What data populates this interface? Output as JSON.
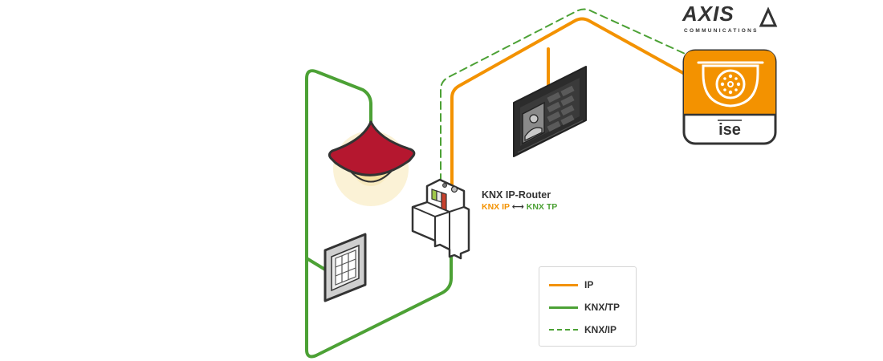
{
  "brand": {
    "logo_text": "AXIS",
    "logo_subtext": "COMMUNICATIONS"
  },
  "router": {
    "title": "KNX IP-Router",
    "protocol_ip": "KNX IP",
    "arrow": "⟷",
    "protocol_tp": "KNX TP"
  },
  "camera_device": {
    "label": "ise"
  },
  "legend": {
    "items": [
      {
        "label": "IP",
        "color": "#f39200",
        "style": "solid"
      },
      {
        "label": "KNX/TP",
        "color": "#4ca135",
        "style": "solid"
      },
      {
        "label": "KNX/IP",
        "color": "#4ca135",
        "style": "dashed"
      }
    ]
  },
  "colors": {
    "ip": "#f39200",
    "knx_tp": "#4ca135",
    "lamp": "#b5172f",
    "text": "#333333"
  }
}
